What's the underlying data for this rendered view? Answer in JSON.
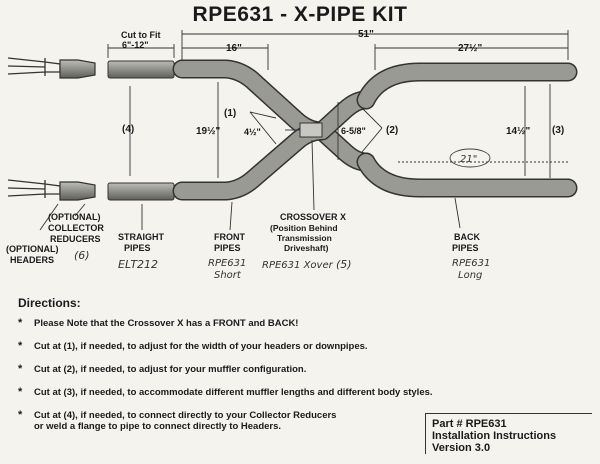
{
  "title": "RPE631 - X-PIPE KIT",
  "dimensions": {
    "cut_to_fit": "Cut to Fit",
    "cut_range": "6\"-12\"",
    "overall": "51\"",
    "front_length": "16\"",
    "back_length": "27½\"",
    "spacing": "19½\"",
    "x_small": "4½\"",
    "x_offset": "6-5/8\"",
    "back_spacing": "14½\""
  },
  "callouts": [
    "(1)",
    "(2)",
    "(3)",
    "(4)"
  ],
  "labels": {
    "optional_headers": [
      "(OPTIONAL)",
      "HEADERS"
    ],
    "collector_reducers": [
      "(OPTIONAL)",
      "COLLECTOR",
      "REDUCERS"
    ],
    "straight_pipes": [
      "STRAIGHT",
      "PIPES"
    ],
    "front_pipes": [
      "FRONT",
      "PIPES"
    ],
    "crossover": [
      "CROSSOVER X",
      "(Position Behind",
      "Transmission",
      "Driveshaft)"
    ],
    "back_pipes": [
      "BACK",
      "PIPES"
    ]
  },
  "handwritten": {
    "reducers_qty": "(6)",
    "straight_part": "ELT212",
    "front_part": [
      "RPE631",
      "Short"
    ],
    "crossover_part": "RPE631 Xover",
    "crossover_qty": "(5)",
    "back_part": [
      "RPE631",
      "Long"
    ],
    "back_note": "21\""
  },
  "directions": {
    "heading": "Directions:",
    "items": [
      "Please Note that the Crossover X has a FRONT and BACK!",
      "Cut at (1), if needed, to adjust for the width of your headers or downpipes.",
      "Cut at (2), if needed, to adjust for your muffler configuration.",
      "Cut at (3), if needed, to accommodate different muffler lengths and different body styles.",
      "Cut at (4), if needed, to connect directly to your Collector Reducers\nor weld a flange to pipe to connect directly to Headers."
    ]
  },
  "part_box": {
    "line1": "Part # RPE631",
    "line2": "Installation Instructions",
    "line3": "Version 3.0"
  }
}
